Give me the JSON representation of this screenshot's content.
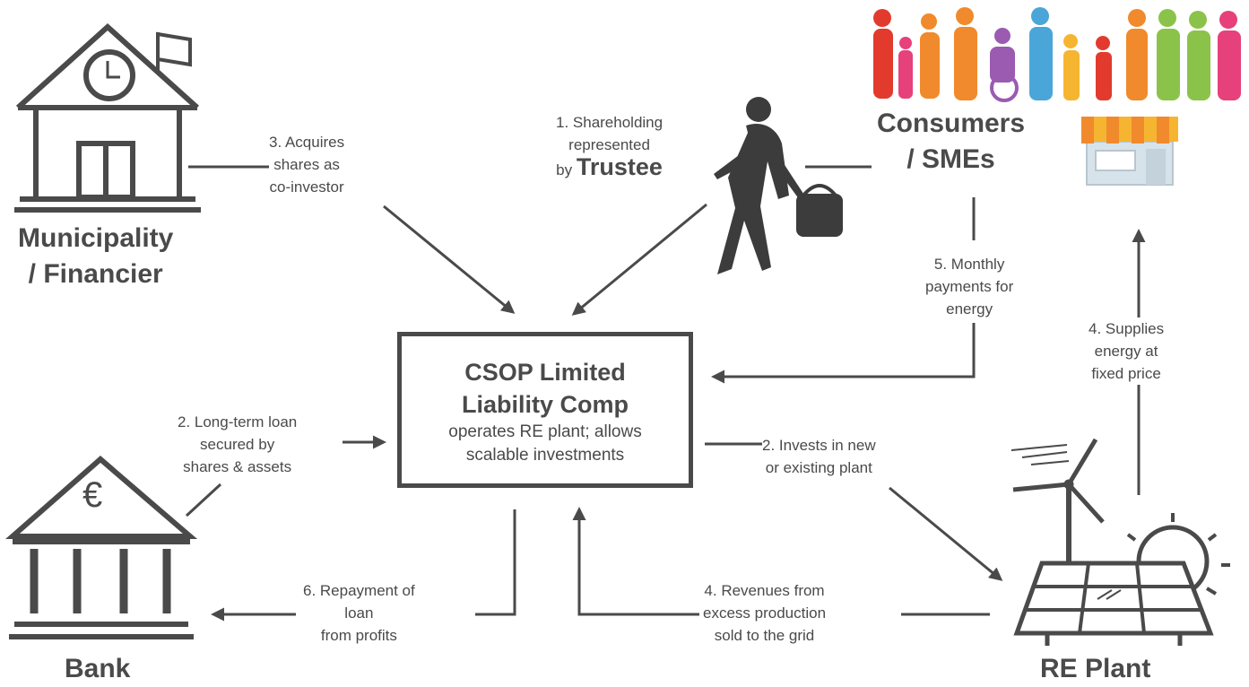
{
  "actors": {
    "municipality": [
      "Municipality",
      "/ Financier"
    ],
    "consumers": [
      "Consumers",
      "/ SMEs"
    ],
    "bank": "Bank",
    "re_plant": "RE Plant"
  },
  "center": {
    "title": [
      "CSOP Limited",
      "Liability Comp"
    ],
    "subtitle": [
      "operates RE plant; allows",
      "scalable investments"
    ]
  },
  "flows": {
    "f3_acquires": [
      "3. Acquires",
      "shares as",
      "co-investor"
    ],
    "f1_shareholding": [
      "1. Shareholding",
      "represented"
    ],
    "f1_by": "by",
    "f1_trustee": "Trustee",
    "f5_monthly": [
      "5. Monthly",
      "payments for",
      "energy"
    ],
    "f4_supplies": [
      "4. Supplies",
      "energy at",
      "fixed price"
    ],
    "f2_loan": [
      "2. Long-term loan",
      "secured by",
      "shares & assets"
    ],
    "f2_invests": [
      "2. Invests in new",
      "or existing plant"
    ],
    "f6_repayment": [
      "6. Repayment of",
      "loan",
      "from profits"
    ],
    "f4_revenues": [
      "4. Revenues from",
      "excess production",
      "sold to the grid"
    ]
  },
  "icons": {
    "municipality": "town-hall-icon",
    "trustee": "businesswoman-silhouette-icon",
    "people": "people-crowd-icon",
    "shop": "shop-icon",
    "bank": "bank-euro-icon",
    "plant": "wind-solar-plant-icon",
    "currency_symbol": "€"
  },
  "colors": {
    "ink": "#4a4a4a",
    "people": [
      "#e23b2e",
      "#f08a2c",
      "#f6b531",
      "#9a5bb0",
      "#4aa6d8",
      "#8bc34a",
      "#e6417a"
    ]
  }
}
